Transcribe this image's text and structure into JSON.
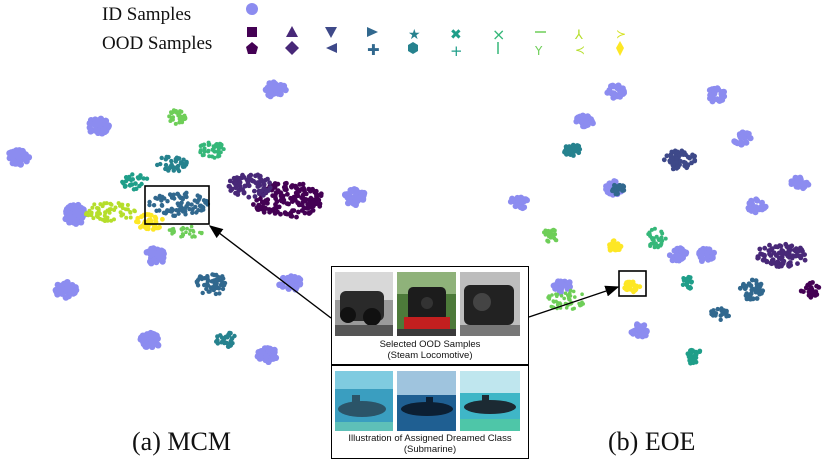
{
  "legend": {
    "id_label": "ID Samples",
    "ood_label": "OOD Samples"
  },
  "captions": {
    "left": "(a) MCM",
    "right": "(b) EOE"
  },
  "inset": {
    "top_caption_line1": "Selected OOD Samples",
    "top_caption_line2": "(Steam Locomotive)",
    "bottom_caption_line1": "Illustration of Assigned Dreamed Class",
    "bottom_caption_line2": "(Submarine)"
  },
  "colors": {
    "id": "#8c8cf0",
    "ood": [
      "#440154",
      "#482878",
      "#3e4989",
      "#31688e",
      "#26828e",
      "#1f9e89",
      "#35b779",
      "#6ece58",
      "#b5de2b",
      "#fde725"
    ]
  }
}
